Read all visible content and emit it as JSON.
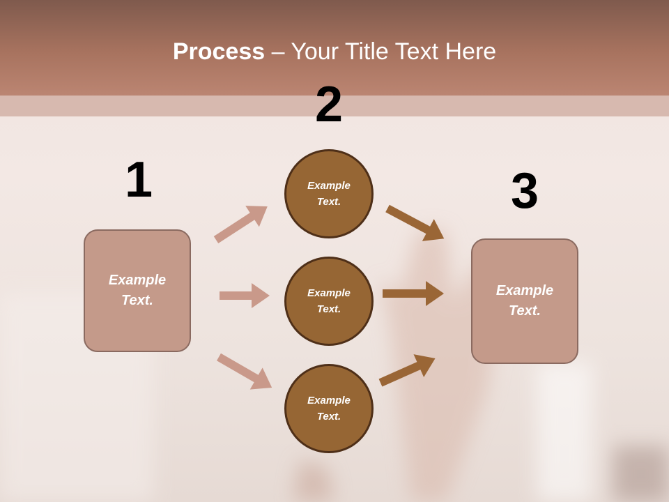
{
  "slide": {
    "title_bold": "Process",
    "title_rest": " – Your Title Text Here"
  },
  "steps": {
    "one": "1",
    "two": "2",
    "three": "3"
  },
  "nodes": {
    "left_box": "Example Text.",
    "circle_top": "Example Text.",
    "circle_middle": "Example Text.",
    "circle_bottom": "Example Text.",
    "right_box": "Example Text."
  },
  "colors": {
    "header": "#a8735f",
    "box_fill": "#c49a8a",
    "circle_fill": "#966634",
    "arrow_light": "#c9998a",
    "arrow_dark": "#9a6636"
  }
}
